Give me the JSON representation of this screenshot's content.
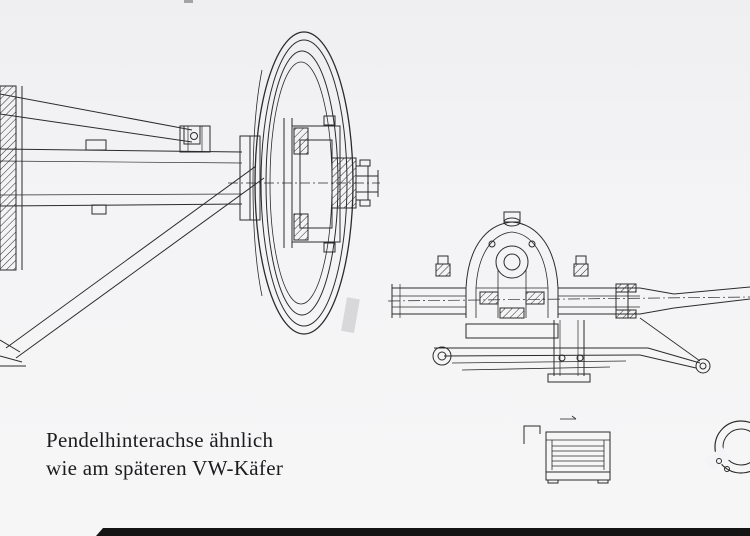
{
  "page": {
    "paper_color": "#f4f4f6",
    "ink_color": "#2b2b2b",
    "scan_bar_color": "#141414"
  },
  "caption": {
    "line1": "Pendelhinterachse ähnlich",
    "line2": "wie am späteren VW-Käfer"
  },
  "drawing": {
    "left_view": "wheel-hub-and-swing-axle-section",
    "right_view": "differential-on-leaf-spring-section",
    "detail_1": "ribbed-buffer-block",
    "detail_2": "circlip-ring"
  }
}
